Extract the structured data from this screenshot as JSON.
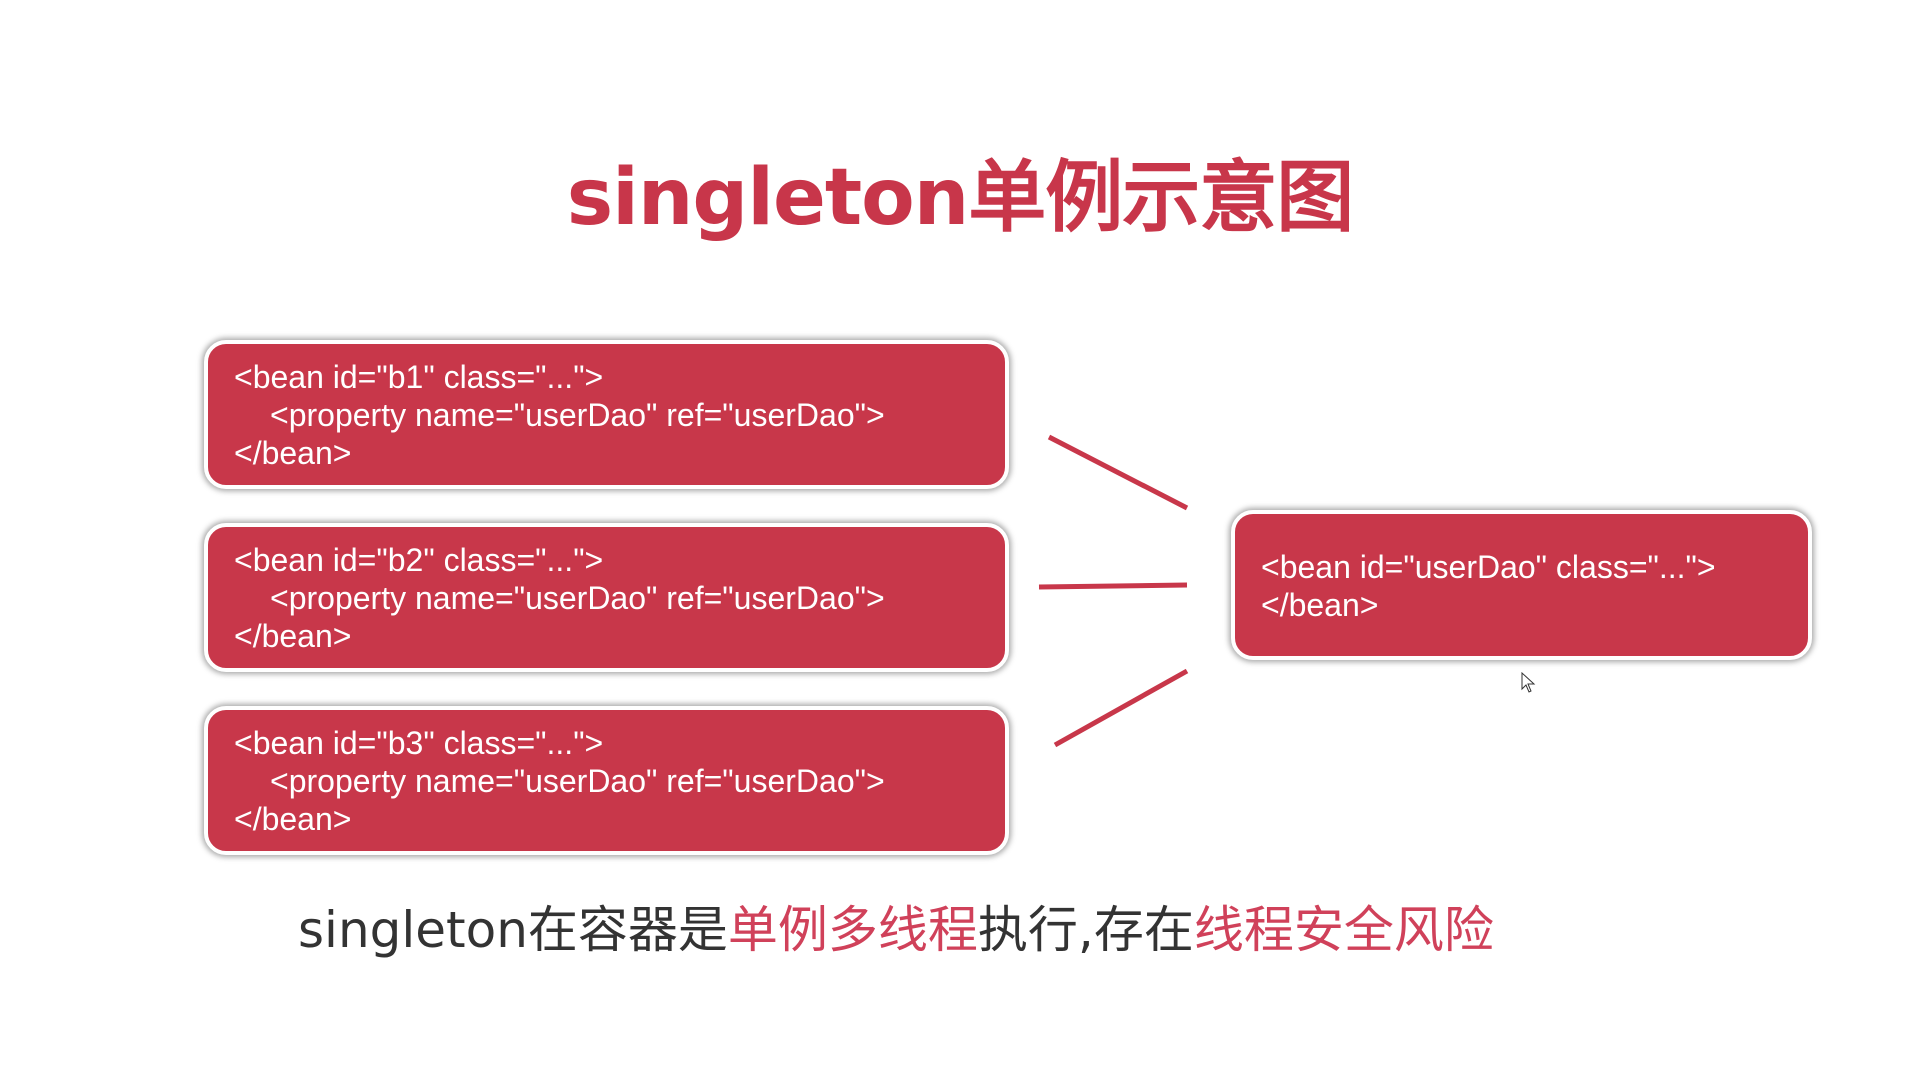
{
  "title": "singleton单例示意图",
  "beans": [
    {
      "line1": "<bean id=\"b1\" class=\"...\">",
      "line2": "<property name=\"userDao\" ref=\"userDao\">",
      "line3": "</bean>"
    },
    {
      "line1": "<bean id=\"b2\" class=\"...\">",
      "line2": "<property name=\"userDao\" ref=\"userDao\">",
      "line3": "</bean>"
    },
    {
      "line1": "<bean id=\"b3\" class=\"...\">",
      "line2": "<property name=\"userDao\" ref=\"userDao\">",
      "line3": "</bean>"
    }
  ],
  "target_bean": {
    "line1": "<bean id=\"userDao\" class=\"...\">",
    "line2": "</bean>"
  },
  "caption": {
    "part1": "singleton在容器是",
    "part2": "单例多线程",
    "part3": "执行,存在",
    "part4": "线程安全风险"
  },
  "colors": {
    "accent": "#c8374a",
    "text": "#333333"
  }
}
